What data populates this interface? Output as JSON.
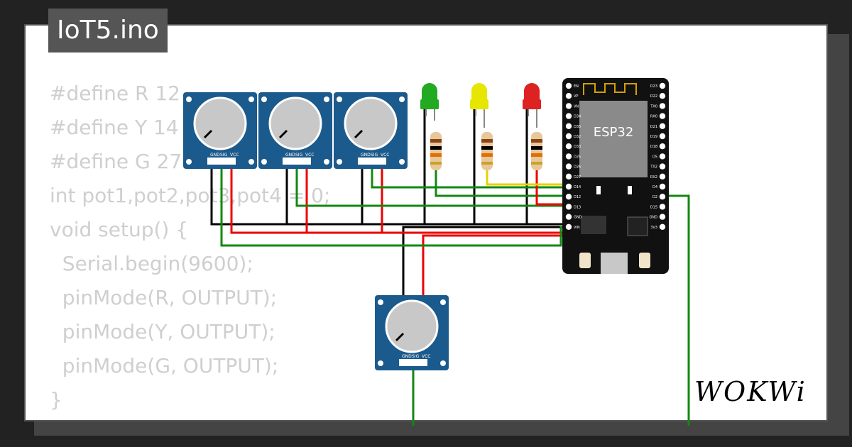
{
  "project": {
    "title": "IoT5.ino"
  },
  "code": {
    "lines": [
      "#define R 12",
      "#define Y 14",
      "#define G 27",
      "int pot1,pot2,pot3,pot4 = 0;",
      "void setup() {",
      "  Serial.begin(9600);",
      "  pinMode(R, OUTPUT);",
      "  pinMode(Y, OUTPUT);",
      "  pinMode(G, OUTPUT);",
      "}"
    ]
  },
  "board": {
    "label": "ESP32",
    "left_pins": [
      "EN",
      "VP",
      "VN",
      "D34",
      "D35",
      "D32",
      "D33",
      "D25",
      "D26",
      "D27",
      "D14",
      "D12",
      "D13",
      "GND",
      "VIN"
    ],
    "right_pins": [
      "D23",
      "D22",
      "TX0",
      "RX0",
      "D21",
      "D19",
      "D18",
      "D5",
      "TX2",
      "RX2",
      "D4",
      "D2",
      "D15",
      "GND",
      "3V3"
    ]
  },
  "potentiometer": {
    "pin_labels": [
      "GND",
      "SIG",
      "VCC"
    ]
  },
  "leds": [
    {
      "name": "green-led",
      "color": "#22aa22"
    },
    {
      "name": "yellow-led",
      "color": "#e6e600"
    },
    {
      "name": "red-led",
      "color": "#dd2222"
    }
  ],
  "colors": {
    "wire_black": "#000000",
    "wire_red": "#ee0000",
    "wire_green": "#118811",
    "wire_yellow": "#e8d000",
    "board_blue": "#1b5a8c"
  },
  "brand": {
    "logo": "WOKWi"
  }
}
